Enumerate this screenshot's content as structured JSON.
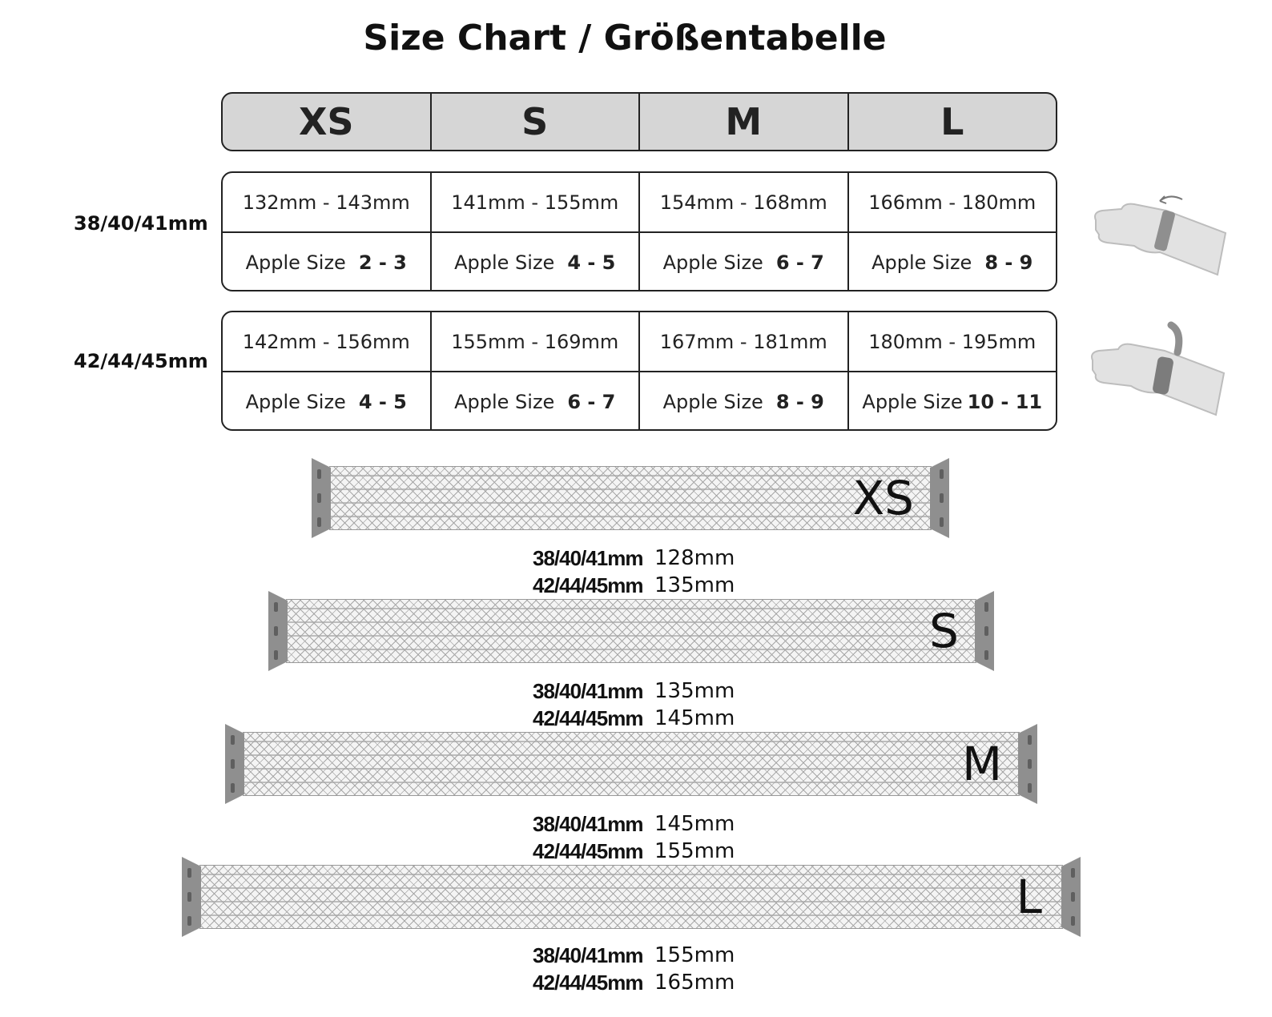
{
  "title": "Size Chart / Größentabelle",
  "sizes": [
    "XS",
    "S",
    "M",
    "L"
  ],
  "groups": [
    {
      "label": "38/40/41mm",
      "wrist": [
        "132mm - 143mm",
        "141mm - 155mm",
        "154mm - 168mm",
        "166mm - 180mm"
      ],
      "apple_label": "Apple Size",
      "apple": [
        "2 - 3",
        "4 - 5",
        "6 - 7",
        "8 - 9"
      ]
    },
    {
      "label": "42/44/45mm",
      "wrist": [
        "142mm - 156mm",
        "155mm - 169mm",
        "167mm - 181mm",
        "180mm - 195mm"
      ],
      "apple_label": "Apple Size",
      "apple": [
        "4 - 5",
        "6 - 7",
        "8 - 9",
        "10 - 11"
      ]
    }
  ],
  "bands": [
    {
      "size": "XS",
      "lengths": [
        {
          "case": "38/40/41mm",
          "value": "128mm"
        },
        {
          "case": "42/44/45mm",
          "value": "135mm"
        }
      ]
    },
    {
      "size": "S",
      "lengths": [
        {
          "case": "38/40/41mm",
          "value": "135mm"
        },
        {
          "case": "42/44/45mm",
          "value": "145mm"
        }
      ]
    },
    {
      "size": "M",
      "lengths": [
        {
          "case": "38/40/41mm",
          "value": "145mm"
        },
        {
          "case": "42/44/45mm",
          "value": "155mm"
        }
      ]
    },
    {
      "size": "L",
      "lengths": [
        {
          "case": "38/40/41mm",
          "value": "155mm"
        },
        {
          "case": "42/44/45mm",
          "value": "165mm"
        }
      ]
    }
  ],
  "colors": {
    "header_bg": "#d6d6d6",
    "border": "#222222",
    "lug": "#8f8f8f"
  },
  "icons": [
    "wrist-measure-wrap-icon",
    "wrist-measure-band-icon"
  ]
}
